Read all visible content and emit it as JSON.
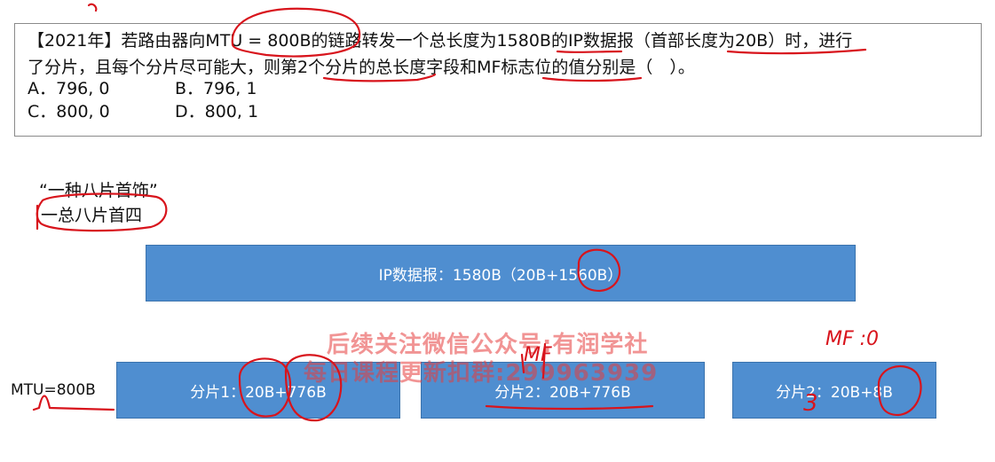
{
  "question": {
    "line1": "【2021年】若路由器向MTU = 800B的链路转发一个总长度为1580B的IP数据报（首部长度为20B）时，进行",
    "line2": "了分片，且每个分片尽可能大，则第2个分片的总长度字段和MF标志位的值分别是（　）。",
    "options": [
      {
        "label": "A．796, 0"
      },
      {
        "label": "B．796, 1"
      },
      {
        "label": "C．800, 0"
      },
      {
        "label": "D．800, 1"
      }
    ]
  },
  "mnemonic": {
    "quote": "“一种八片首饰”",
    "explanation": "一总八片首四"
  },
  "diagram": {
    "ip_datagram": "IP数据报：1580B（20B+1560B）",
    "mtu_label": "MTU=800B",
    "fragments": [
      {
        "label": "分片1：20B+776B"
      },
      {
        "label": "分片2：20B+776B"
      },
      {
        "label": "分片2：20B+8B"
      }
    ]
  },
  "watermark": {
    "line1": "后续关注微信公众号:有润学社",
    "line2": "每日课程更新扣群:299963939"
  },
  "annotations": {
    "mf_note": "MF :0",
    "mf_label": "MF",
    "three": "3"
  },
  "colors": {
    "box_fill": "#4f8ed0",
    "ink": "#d8141c"
  }
}
